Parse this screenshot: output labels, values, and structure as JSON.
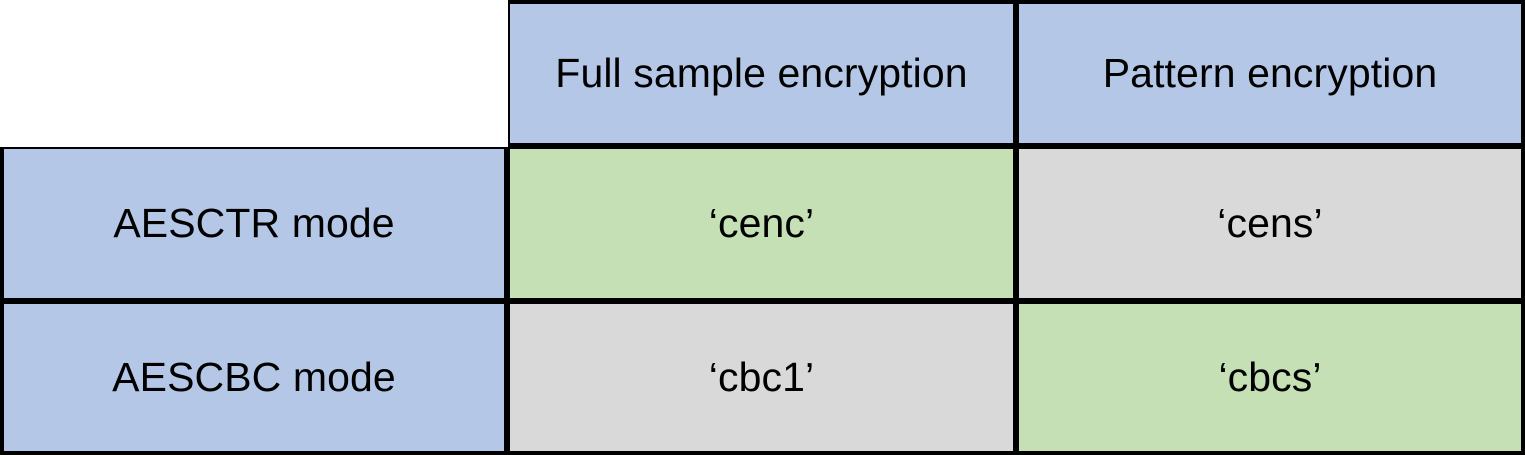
{
  "table": {
    "column_headers": [
      "",
      "Full sample encryption",
      "Pattern encryption"
    ],
    "rows": [
      {
        "label": "AESCTR mode",
        "cells": [
          {
            "value": "‘cenc’",
            "fill": "#c5e0b4"
          },
          {
            "value": "‘cens’",
            "fill": "#d9d9d9"
          }
        ]
      },
      {
        "label": "AESCBC mode",
        "cells": [
          {
            "value": "‘cbc1’",
            "fill": "#d9d9d9"
          },
          {
            "value": "‘cbcs’",
            "fill": "#c5e0b4"
          }
        ]
      }
    ],
    "colors": {
      "header_fill": "#b4c7e7",
      "row_header_fill": "#b4c7e7",
      "highlight_fill": "#c5e0b4",
      "neutral_fill": "#d9d9d9",
      "border": "#000000",
      "background": "#ffffff",
      "text": "#000000"
    }
  }
}
